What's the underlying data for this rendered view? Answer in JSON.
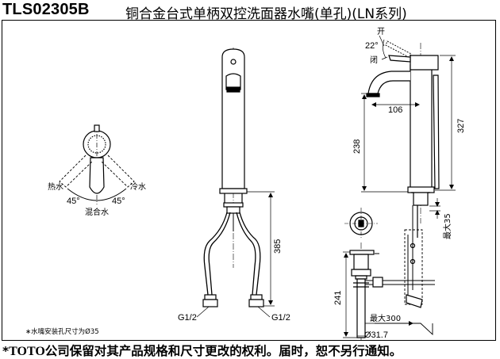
{
  "header": {
    "model_code": "TLS02305B",
    "title": "铜合金台式单柄双控洗面器水嘴(单孔)(LN系列)"
  },
  "top_view": {
    "hot_label": "热水",
    "cold_label": "冷水",
    "mix_label": "混合水",
    "angle_left": "45°",
    "angle_right": "45°"
  },
  "front_view": {
    "height_dim": "385",
    "thread_left": "G1/2",
    "thread_right": "G1/2"
  },
  "note": "水嘴安装孔尺寸为Ø35",
  "side_view": {
    "open_label": "开",
    "close_label": "闭",
    "angle": "22°",
    "reach_dim": "106",
    "spout_height_dim": "238",
    "total_height_dim": "327",
    "max_deck_dim": "最大35",
    "drain_height_dim": "241",
    "max_pull_dim": "最大300",
    "drain_dia_dim": "Ø31.7"
  },
  "footer": {
    "prefix": "*",
    "brand": "TOTO",
    "text": "公司保留对其产品规格和尺寸更改的权利。届时，恕不另行通知。"
  }
}
